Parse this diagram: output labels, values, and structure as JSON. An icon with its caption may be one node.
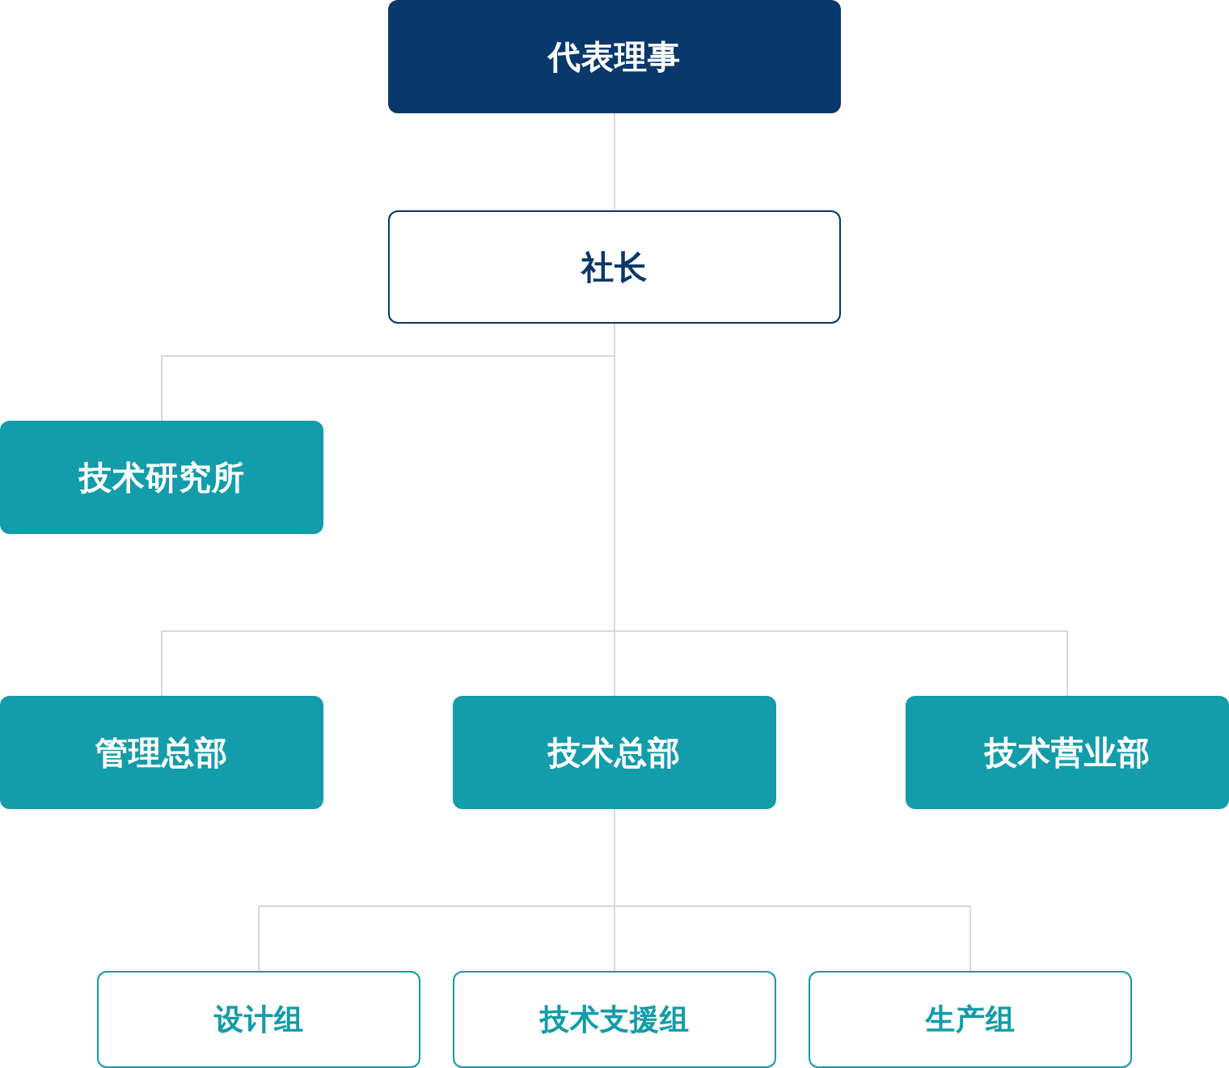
{
  "diagram": {
    "nodes": [
      {
        "text": [
          "代表理事"
        ]
      },
      {
        "text": [
          "社长"
        ]
      },
      {
        "text": [
          "技术研究所"
        ]
      },
      {
        "text": [
          "管理总部"
        ]
      },
      {
        "text": [
          "技术总部"
        ]
      },
      {
        "text": [
          "技术营业部"
        ]
      },
      {
        "text": [
          "设计组"
        ]
      },
      {
        "text": [
          "技术支援组"
        ]
      },
      {
        "text": [
          "生产组"
        ]
      }
    ],
    "edges": [
      {
        "from": 0,
        "to": 1,
        "arrow": "none"
      },
      {
        "from": 1,
        "to": 2,
        "arrow": "none"
      },
      {
        "from": 1,
        "to": 3,
        "arrow": "none"
      },
      {
        "from": 1,
        "to": 4,
        "arrow": "none"
      },
      {
        "from": 1,
        "to": 5,
        "arrow": "none"
      },
      {
        "from": 4,
        "to": 6,
        "arrow": "none"
      },
      {
        "from": 4,
        "to": 7,
        "arrow": "none"
      },
      {
        "from": 4,
        "to": 8,
        "arrow": "none"
      }
    ]
  }
}
